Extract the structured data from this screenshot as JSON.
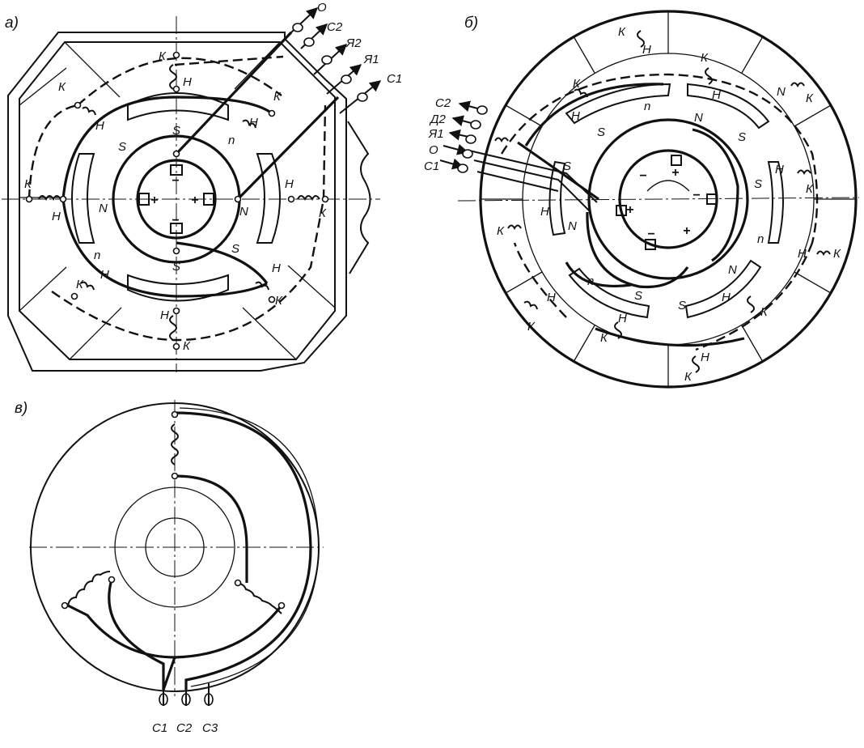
{
  "panels": {
    "a": {
      "label": "а)",
      "leads": [
        "О",
        "С2",
        "Я2",
        "Я1",
        "С1"
      ],
      "main_poles": [
        "S",
        "N",
        "S",
        "N"
      ],
      "aux_pole": "n",
      "coil_start": "Н",
      "coil_end": "К",
      "brush_plus": "+",
      "brush_minus": "−"
    },
    "b": {
      "label": "б)",
      "leads": [
        "С2",
        "Д2",
        "Я1",
        "О",
        "С1"
      ],
      "main_poles": [
        "S",
        "N",
        "S",
        "N",
        "S",
        "N",
        "S"
      ],
      "aux_pole": "n",
      "coil_start": "Н",
      "coil_end": "К",
      "brush_plus": "+",
      "brush_minus": "−"
    },
    "c": {
      "label": "в)",
      "leads": [
        "С1",
        "С2",
        "С3"
      ]
    }
  }
}
